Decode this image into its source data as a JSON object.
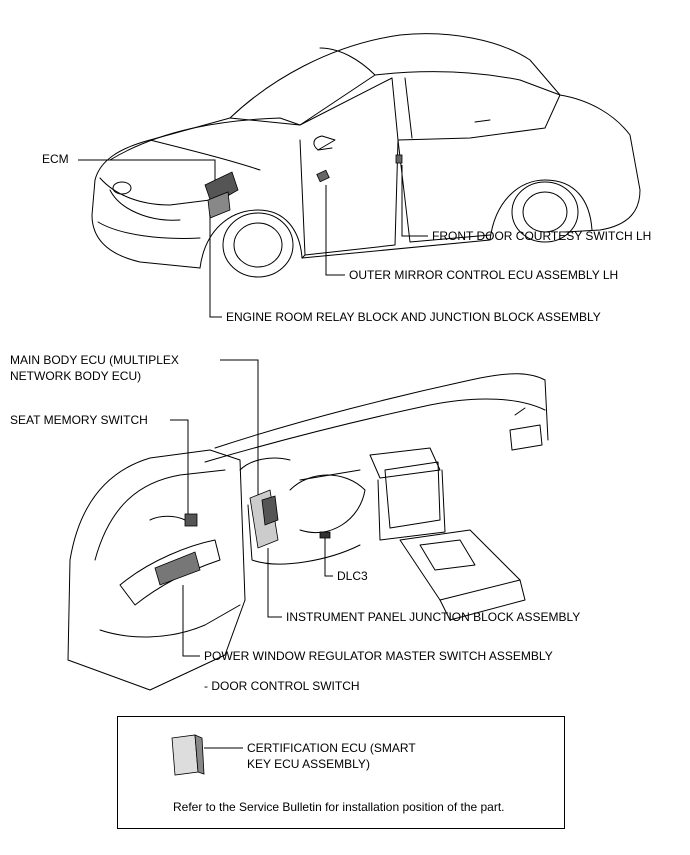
{
  "labels": {
    "ecm": "ECM",
    "front_door_courtesy": "FRONT DOOR COURTESY SWITCH LH",
    "outer_mirror": "OUTER MIRROR CONTROL ECU ASSEMBLY LH",
    "engine_room_relay": "ENGINE ROOM RELAY BLOCK AND JUNCTION BLOCK ASSEMBLY",
    "main_body_ecu_1": "MAIN BODY ECU (MULTIPLEX",
    "main_body_ecu_2": "NETWORK BODY ECU)",
    "seat_memory": "SEAT MEMORY SWITCH",
    "dlc3": "DLC3",
    "instrument_panel_jb": "INSTRUMENT PANEL JUNCTION BLOCK ASSEMBLY",
    "power_window_master": "POWER WINDOW REGULATOR MASTER SWITCH ASSEMBLY",
    "door_control_switch": "- DOOR CONTROL SWITCH",
    "certification_ecu_1": "CERTIFICATION ECU (SMART",
    "certification_ecu_2": "KEY ECU ASSEMBLY)",
    "note": "Refer to the Service Bulletin for installation position of the part."
  }
}
